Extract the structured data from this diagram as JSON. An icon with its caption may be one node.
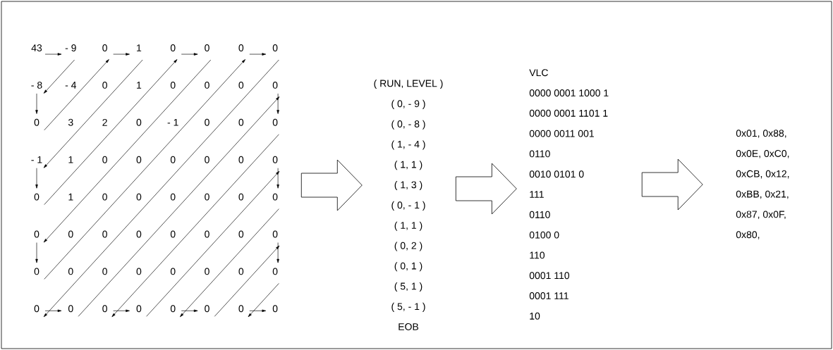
{
  "diagram": {
    "nodes": [
      {
        "text": [
          "43",
          "- 9",
          "0",
          "1",
          "0",
          "0",
          "0",
          "0",
          "- 8",
          "- 4",
          "0",
          "1",
          "0",
          "0",
          "0",
          "0",
          "0",
          "3",
          "2",
          "0",
          "- 1",
          "0",
          "0",
          "0",
          "- 1",
          "1",
          "0",
          "0",
          "0",
          "0",
          "0",
          "0",
          "0",
          "1",
          "0",
          "0",
          "0",
          "0",
          "0",
          "0",
          "0",
          "0",
          "0",
          "0",
          "0",
          "0",
          "0",
          "0",
          "0",
          "0",
          "0",
          "0",
          "0",
          "0",
          "0",
          "0",
          "0",
          "0",
          "0",
          "0",
          "0",
          "0",
          "0",
          "0"
        ]
      },
      {
        "text": [
          "( RUN, LEVEL )",
          "( 0,  - 9 )",
          "( 0,  - 8 )",
          "( 1,  - 4 )",
          "( 1,     1 )",
          "( 1,     3 )",
          "( 0,  - 1 )",
          "( 1,     1 )",
          "( 0,     2 )",
          "( 0,     1 )",
          "( 5,     1 )",
          "( 5,  - 1 )",
          "EOB"
        ]
      },
      {
        "text": [
          "VLC",
          "0000 0001 1000 1",
          "0000 0001 1101 1",
          "0000 0011 001",
          "0110",
          "0010 0101 0",
          "111",
          "0110",
          "0100 0",
          "110",
          "0001 110",
          "0001 111",
          "10"
        ]
      },
      {
        "text": [
          "0x01, 0x88,",
          "0x0E, 0xC0,",
          "0xCB, 0x12,",
          "0xBB, 0x21,",
          "0x87, 0x0F,",
          "0x80,"
        ]
      }
    ],
    "edges": [
      {
        "from": 0,
        "to": 1,
        "arrow": "to"
      },
      {
        "from": 1,
        "to": 2,
        "arrow": "to"
      },
      {
        "from": 2,
        "to": 3,
        "arrow": "to"
      }
    ]
  }
}
